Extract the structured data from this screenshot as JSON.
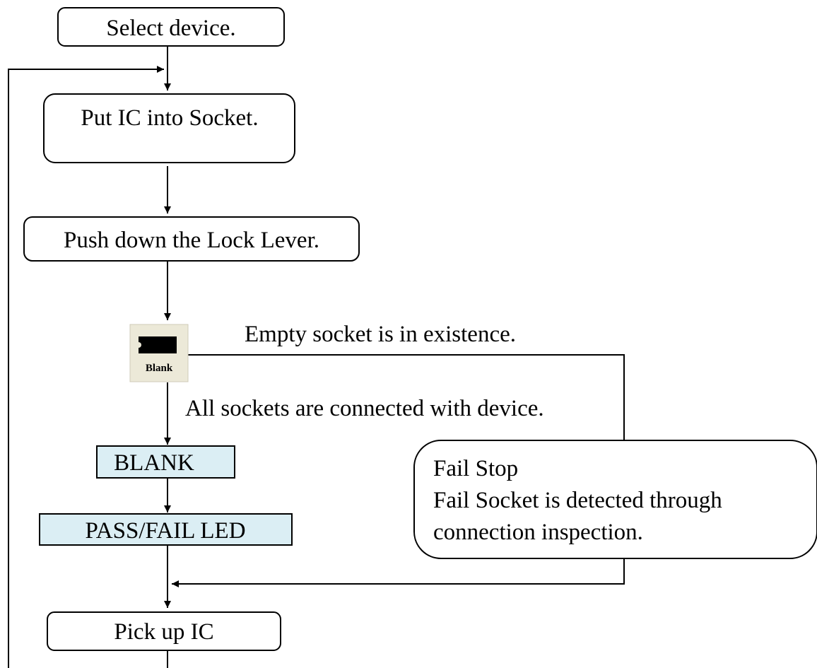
{
  "diagram": {
    "nodes": {
      "select_device": "Select device.",
      "put_ic": "Put IC into Socket.",
      "push_lever": "Push down the Lock Lever.",
      "blank_proc": "BLANK",
      "pass_fail_led": "PASS/FAIL LED",
      "fail_stop_line1": "Fail Stop",
      "fail_stop_line2": "Fail Socket is detected through",
      "fail_stop_line3": "connection inspection.",
      "pick_up_ic": "Pick up IC"
    },
    "blank_button": {
      "label": "Blank",
      "icon": "chip-icon"
    },
    "edge_labels": {
      "empty_socket": "Empty socket is in existence.",
      "all_connected": "All sockets are connected with device."
    },
    "colors": {
      "process_fill": "#dbeef4",
      "button_fill": "#ece9d8",
      "line": "#000000"
    }
  }
}
